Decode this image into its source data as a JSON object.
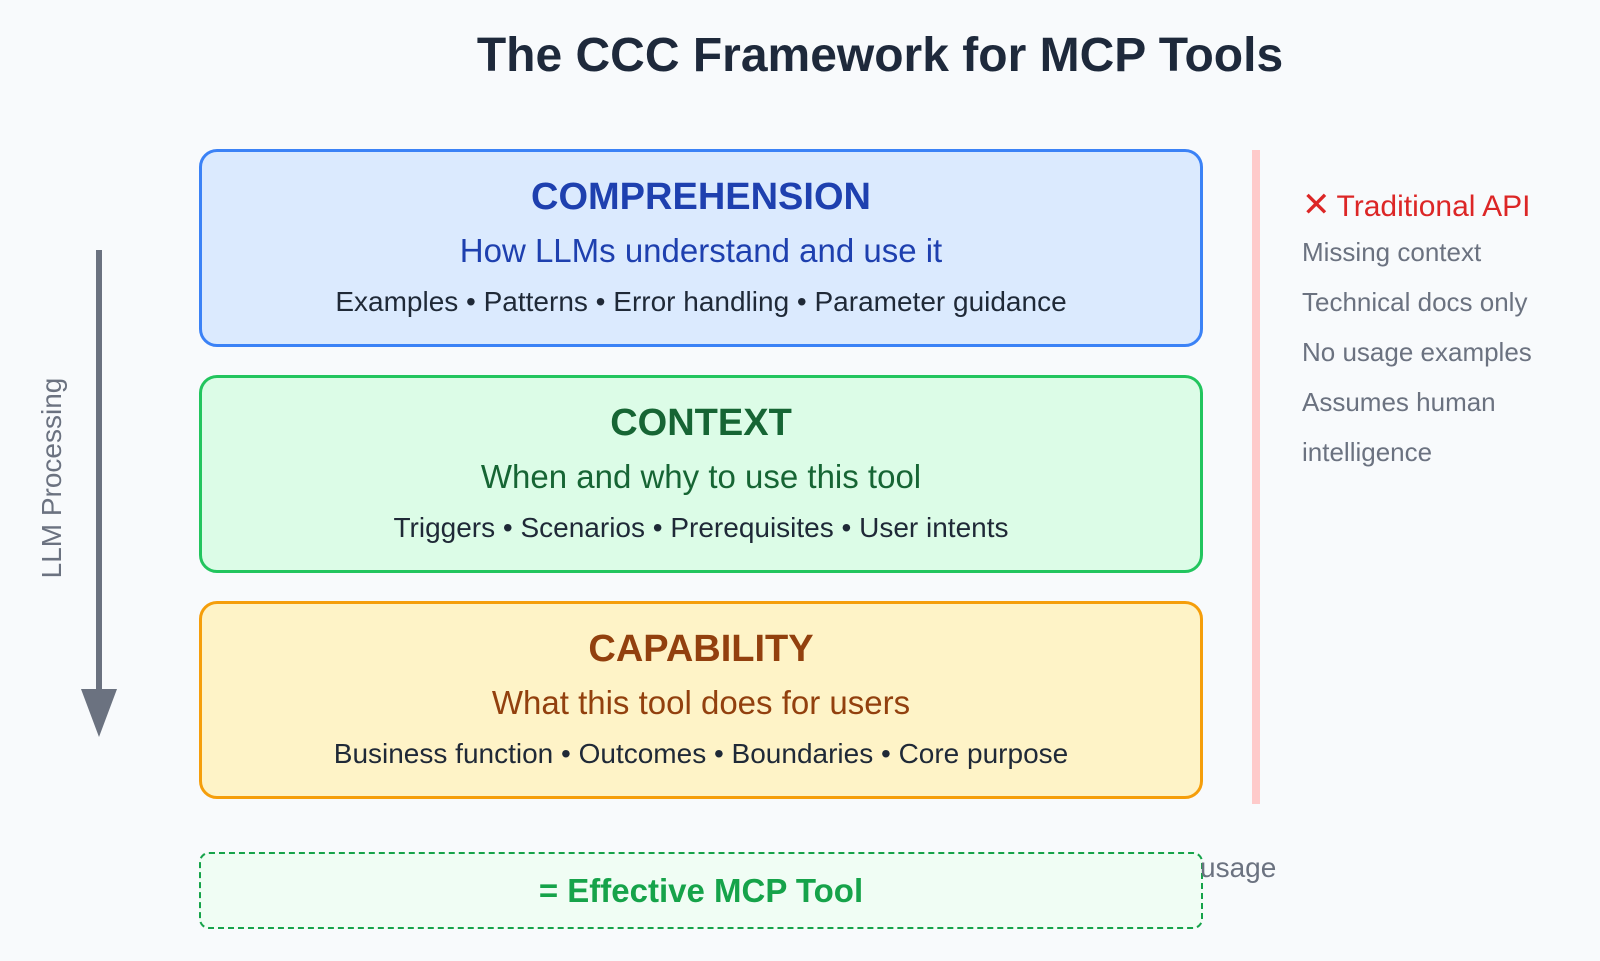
{
  "title": "The CCC Framework for MCP Tools",
  "layers": [
    {
      "name": "COMPREHENSION",
      "description": "How LLMs understand and use it",
      "items": "Examples • Patterns • Error handling • Parameter guidance"
    },
    {
      "name": "CONTEXT",
      "description": "When and why to use this tool",
      "items": "Triggers • Scenarios • Prerequisites • User intents"
    },
    {
      "name": "CAPABILITY",
      "description": "What this tool does for users",
      "items": "Business function • Outcomes • Boundaries • Core purpose"
    }
  ],
  "result": "= Effective MCP Tool",
  "usage_fragment": "usage",
  "flow_label": "LLM Processing",
  "traditional": {
    "icon": "✕",
    "heading": "Traditional API",
    "items": [
      "Missing context",
      "Technical docs only",
      "No usage examples",
      "Assumes human",
      "intelligence"
    ]
  },
  "colors": {
    "comprehension": "#3b82f6",
    "context": "#22c55e",
    "capability": "#f59e0b",
    "traditional": "#dc2626"
  }
}
